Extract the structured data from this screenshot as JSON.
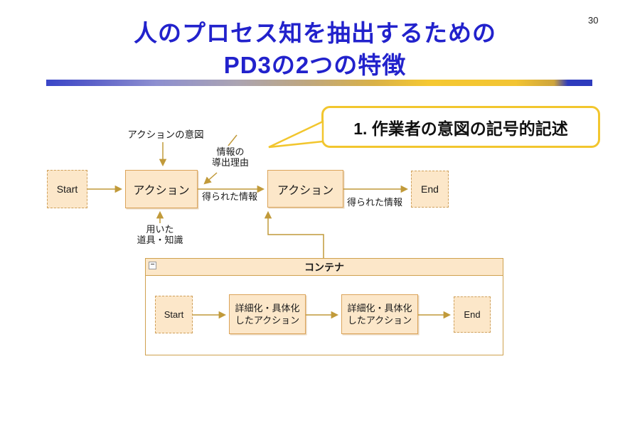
{
  "slide": {
    "page_number": "30",
    "title_line1": "人のプロセス知を抽出するための",
    "title_line2": "PD3の2つの特徴",
    "title_color": "#2222cc"
  },
  "callout": {
    "text": "1. 作業者の意図の記号的記述",
    "border_color": "#f2c62e"
  },
  "diagram": {
    "colors": {
      "box_fill": "#fce7c9",
      "box_border": "#dba45a",
      "wire": "#c19a3a"
    },
    "nodes": {
      "start": "Start",
      "action1": "アクション",
      "action2": "アクション",
      "end": "End"
    },
    "labels": {
      "action_intent": "アクションの意図",
      "info_reason_line1": "情報の",
      "info_reason_line2": "導出理由",
      "obtained_info_1": "得られた情報",
      "obtained_info_2": "得られた情報",
      "used_tools_line1": "用いた",
      "used_tools_line2": "道具・知識"
    },
    "container": {
      "title": "コンテナ",
      "collapse_icon": "−",
      "start": "Start",
      "action1_line1": "詳細化・具体化",
      "action1_line2": "したアクション",
      "action2_line1": "詳細化・具体化",
      "action2_line2": "したアクション",
      "end": "End"
    }
  }
}
